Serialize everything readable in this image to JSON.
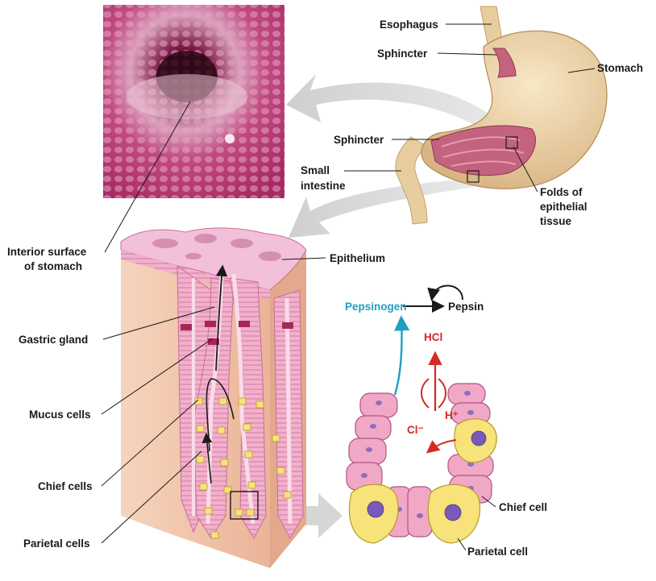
{
  "labels": {
    "esophagus": "Esophagus",
    "sphincter_top": "Sphincter",
    "stomach": "Stomach",
    "sphincter_mid": "Sphincter",
    "small_intestine_1": "Small",
    "small_intestine_2": "intestine",
    "folds_1": "Folds of",
    "folds_2": "epithelial",
    "folds_3": "tissue",
    "interior_1": "Interior surface",
    "interior_2": "of stomach",
    "epithelium": "Epithelium",
    "gastric_gland": "Gastric gland",
    "mucus_cells": "Mucus cells",
    "chief_cells": "Chief cells",
    "parietal_cells": "Parietal cells",
    "chief_cell": "Chief cell",
    "parietal_cell": "Parietal cell",
    "pepsinogen": "Pepsinogen",
    "pepsin": "Pepsin",
    "hcl": "HCl",
    "h_ion": "H⁺",
    "cl_ion": "Cl⁻"
  },
  "colors": {
    "pepsinogen": "#1f9fc4",
    "acid": "#d42a24",
    "tissue_pink": "#f0a8c6",
    "block_tan": "#f4c9ac",
    "yellow_cell": "#f8e27a",
    "nucleus": "#8a6fc0",
    "stomach_tan": "#ecd3a4",
    "micrograph": "#c43c78"
  }
}
